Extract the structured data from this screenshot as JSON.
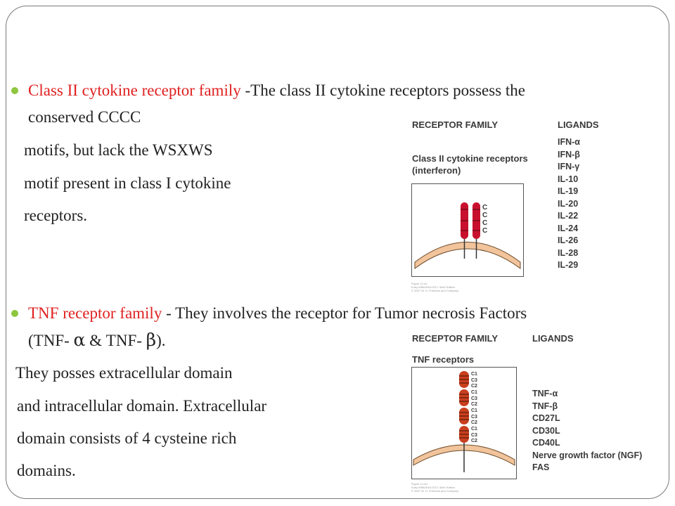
{
  "section1": {
    "heading": "Class II cytokine receptor family",
    "lead": " -The class II cytokine receptors possess the",
    "line2": "conserved CCCC",
    "line3": "motifs, but lack the WSXWS",
    "line4": "motif present in class I cytokine",
    "line5": "receptors."
  },
  "section2": {
    "heading": "TNF receptor family",
    "lead": " - They involves the receptor for Tumor necrosis Factors",
    "line2_a": "(TNF- ",
    "alpha": "α",
    "line2_b": " & TNF- ",
    "beta": "β",
    "line2_c": ").",
    "line3": "They posses extracellular domain",
    "line4": "and intracellular domain. Extracellular",
    "line5": "domain consists of 4 cysteine rich",
    "line6": "domains."
  },
  "figure1": {
    "header_family": "RECEPTOR FAMILY",
    "header_ligands": "LIGANDS",
    "title_line1": "Class II cytokine receptors",
    "title_line2": "(interferon)",
    "motif_letters": [
      "C",
      "C",
      "C",
      "C"
    ],
    "ligands": [
      "IFN-α",
      "IFN-β",
      "IFN-γ",
      "IL-10",
      "IL-19",
      "IL-20",
      "IL-22",
      "IL-24",
      "IL-26",
      "IL-28",
      "IL-29"
    ],
    "credit_line1": "Figure 12-4c",
    "credit_line2": "Kuby IMMUNOLOGY, Sixth Edition",
    "credit_line3": "© 2007 W. H. Freeman and Company"
  },
  "figure2": {
    "header_family": "RECEPTOR FAMILY",
    "header_ligands": "LIGANDS",
    "title": "TNF receptors",
    "domain_labels": [
      "C1",
      "C3",
      "C2",
      "C1",
      "C3",
      "C2",
      "C1",
      "C3",
      "C2",
      "C1",
      "C3",
      "C2"
    ],
    "ligands": [
      "TNF-α",
      "TNF-β",
      "CD27L",
      "CD30L",
      "CD40L",
      "Nerve growth factor (NGF)",
      "FAS"
    ],
    "credit_line1": "Figure 12-4d",
    "credit_line2": "Kuby IMMUNOLOGY, Sixth Edition",
    "credit_line3": "© 2007 W. H. Freeman and Company"
  },
  "colors": {
    "heading": "#e02020",
    "bullet": "#8ec63f",
    "receptor_fill": "#c8102e",
    "tnf_fill": "#c9401e",
    "membrane": "#f2c49b"
  }
}
